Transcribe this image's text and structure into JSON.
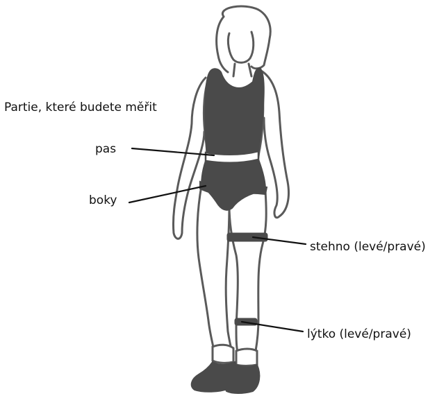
{
  "diagram": {
    "title": "Partie, které budete měřit",
    "labels": {
      "waist": "pas",
      "hips": "boky",
      "thigh": "stehno (levé/pravé)",
      "calf": "lýtko (levé/pravé)"
    }
  },
  "colors": {
    "outline": "#5a5a5a",
    "clothing": "#4a4a4a",
    "band": "#4a4a4a",
    "text": "#111111",
    "leader": "#111111"
  }
}
